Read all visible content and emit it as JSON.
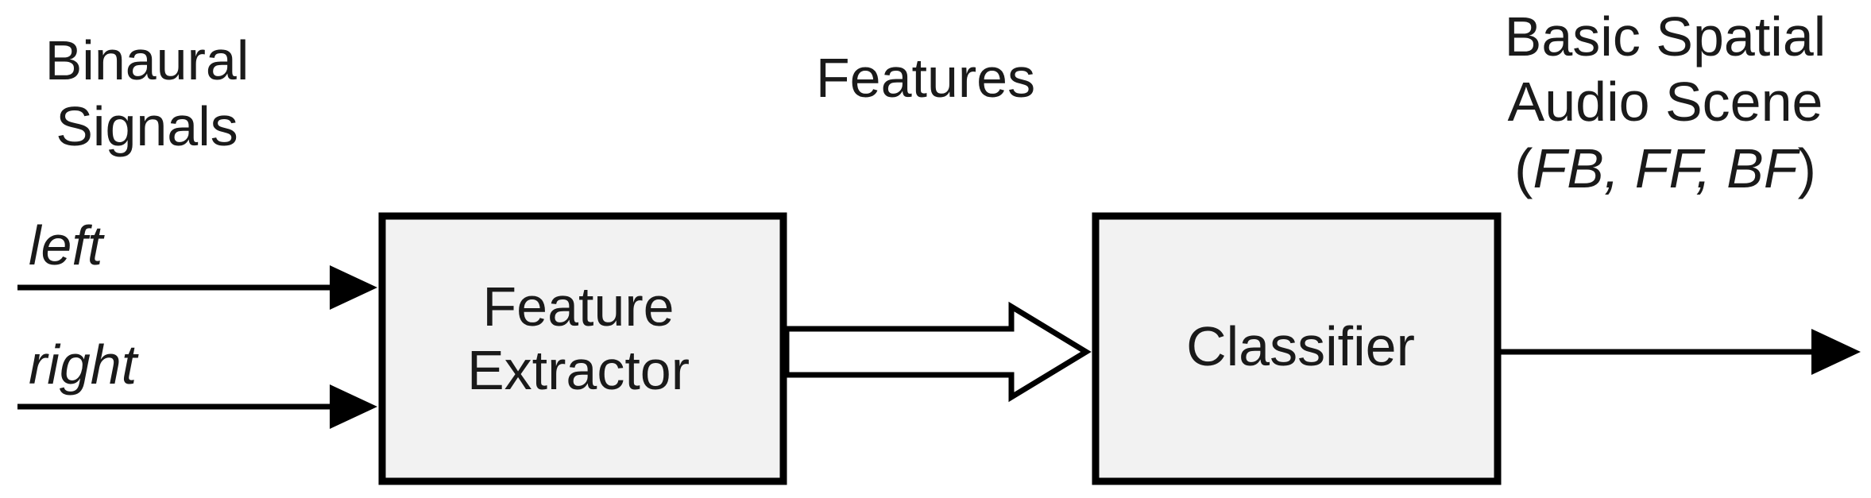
{
  "diagram": {
    "input_label": [
      "Binaural",
      "Signals"
    ],
    "left_label": "left",
    "right_label": "right",
    "features_label": "Features",
    "output_label": {
      "line1": "Basic Spatial",
      "line2": "Audio Scene",
      "open_paren": "(",
      "classes": "FB, FF, BF",
      "close_paren": ")"
    },
    "feature_extractor": [
      "Feature",
      "Extractor"
    ],
    "classifier": "Classifier"
  },
  "colors": {
    "box_fill": "#f2f2f2",
    "stroke": "#000000",
    "text": "#1a1a1a"
  }
}
